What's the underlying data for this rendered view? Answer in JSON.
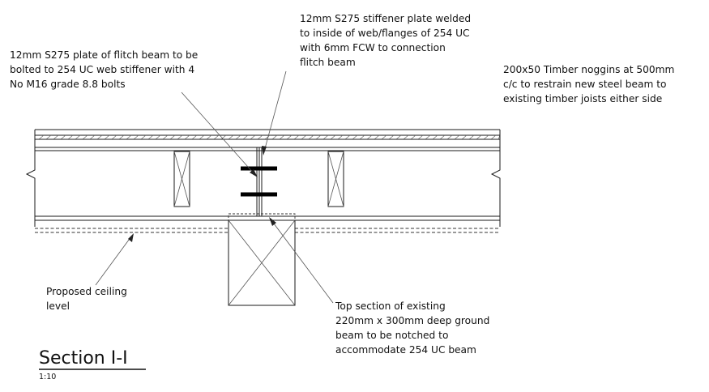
{
  "notes": {
    "flitch_plate": [
      "12mm S275 plate of flitch beam to be",
      "bolted to 254 UC web stiffener with 4",
      "No M16 grade 8.8 bolts"
    ],
    "stiffener": [
      "12mm S275 stiffener plate welded",
      "to inside of web/flanges of 254 UC",
      "with 6mm FCW to connection",
      "flitch beam"
    ],
    "noggins": [
      "200x50 Timber noggins at 500mm",
      "c/c to restrain new steel beam to",
      "existing timber joists either side"
    ],
    "ceiling": [
      "Proposed ceiling",
      "level"
    ],
    "ground_beam": [
      "Top section of existing",
      "220mm x 300mm deep ground",
      "beam to be notched to",
      "accommodate 254 UC beam"
    ]
  },
  "section": {
    "title": "Section I-I",
    "scale": "1:10"
  }
}
